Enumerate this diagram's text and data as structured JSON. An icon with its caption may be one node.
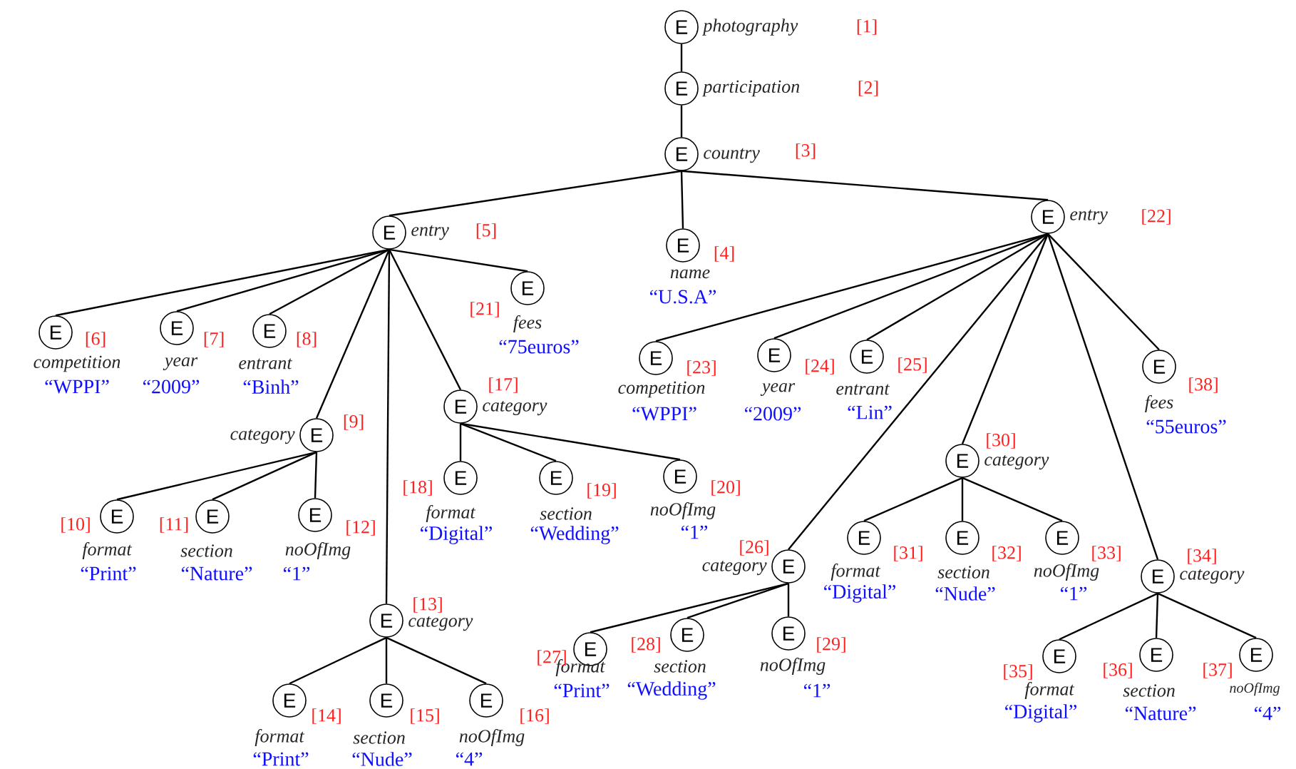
{
  "diagram": {
    "nodes": [
      {
        "text": [
          "E"
        ],
        "beside": [
          "photography",
          "[1]"
        ]
      },
      {
        "text": [
          "E"
        ],
        "beside": [
          "participation",
          "[2]"
        ]
      },
      {
        "text": [
          "E"
        ],
        "beside": [
          "country",
          "[3]"
        ]
      },
      {
        "text": [
          "E"
        ],
        "beside": [
          "name",
          "[4]",
          "“U.S.A”"
        ]
      },
      {
        "text": [
          "E"
        ],
        "beside": [
          "entry",
          "[5]"
        ]
      },
      {
        "text": [
          "E"
        ],
        "beside": [
          "competition",
          "[6]",
          "“WPPI”"
        ]
      },
      {
        "text": [
          "E"
        ],
        "beside": [
          "year",
          "[7]",
          "“2009”"
        ]
      },
      {
        "text": [
          "E"
        ],
        "beside": [
          "entrant",
          "[8]",
          "“Binh”"
        ]
      },
      {
        "text": [
          "E"
        ],
        "beside": [
          "category",
          "[9]"
        ]
      },
      {
        "text": [
          "E"
        ],
        "beside": [
          "format",
          "[10]",
          "“Print”"
        ]
      },
      {
        "text": [
          "E"
        ],
        "beside": [
          "section",
          "[11]",
          "“Nature”"
        ]
      },
      {
        "text": [
          "E"
        ],
        "beside": [
          "noOfImg",
          "[12]",
          "“1”"
        ]
      },
      {
        "text": [
          "E"
        ],
        "beside": [
          "category",
          "[13]"
        ]
      },
      {
        "text": [
          "E"
        ],
        "beside": [
          "format",
          "[14]",
          "“Print”"
        ]
      },
      {
        "text": [
          "E"
        ],
        "beside": [
          "section",
          "[15]",
          "“Nude”"
        ]
      },
      {
        "text": [
          "E"
        ],
        "beside": [
          "noOfImg",
          "[16]",
          "“4”"
        ]
      },
      {
        "text": [
          "E"
        ],
        "beside": [
          "category",
          "[17]"
        ]
      },
      {
        "text": [
          "E"
        ],
        "beside": [
          "format",
          "[18]",
          "“Digital”"
        ]
      },
      {
        "text": [
          "E"
        ],
        "beside": [
          "section",
          "[19]",
          "“Wedding”"
        ]
      },
      {
        "text": [
          "E"
        ],
        "beside": [
          "noOfImg",
          "[20]",
          "“1”"
        ]
      },
      {
        "text": [
          "E"
        ],
        "beside": [
          "fees",
          "[21]",
          "“75euros”"
        ]
      },
      {
        "text": [
          "E"
        ],
        "beside": [
          "entry",
          "[22]"
        ]
      },
      {
        "text": [
          "E"
        ],
        "beside": [
          "competition",
          "[23]",
          "“WPPI”"
        ]
      },
      {
        "text": [
          "E"
        ],
        "beside": [
          "year",
          "[24]",
          "“2009”"
        ]
      },
      {
        "text": [
          "E"
        ],
        "beside": [
          "entrant",
          "[25]",
          "“Lin”"
        ]
      },
      {
        "text": [
          "E"
        ],
        "beside": [
          "category",
          "[26]"
        ]
      },
      {
        "text": [
          "E"
        ],
        "beside": [
          "format",
          "[27]",
          "“Print”"
        ]
      },
      {
        "text": [
          "E"
        ],
        "beside": [
          "section",
          "[28]",
          "“Wedding”"
        ]
      },
      {
        "text": [
          "E"
        ],
        "beside": [
          "noOfImg",
          "[29]",
          "“1”"
        ]
      },
      {
        "text": [
          "E"
        ],
        "beside": [
          "category",
          "[30]"
        ]
      },
      {
        "text": [
          "E"
        ],
        "beside": [
          "format",
          "[31]",
          "“Digital”"
        ]
      },
      {
        "text": [
          "E"
        ],
        "beside": [
          "section",
          "[32]",
          "“Nude”"
        ]
      },
      {
        "text": [
          "E"
        ],
        "beside": [
          "noOfImg",
          "[33]",
          "“1”"
        ]
      },
      {
        "text": [
          "E"
        ],
        "beside": [
          "category",
          "[34]"
        ]
      },
      {
        "text": [
          "E"
        ],
        "beside": [
          "format",
          "[35]",
          "“Digital”"
        ]
      },
      {
        "text": [
          "E"
        ],
        "beside": [
          "section",
          "[36]",
          "“Nature”"
        ]
      },
      {
        "text": [
          "E"
        ],
        "beside": [
          "noOfImg",
          "[37]",
          "“4”"
        ]
      },
      {
        "text": [
          "E"
        ],
        "beside": [
          "fees",
          "[38]",
          "“55euros”"
        ]
      }
    ],
    "edges": [
      {
        "from": 0,
        "to": 1,
        "arrow": "none"
      },
      {
        "from": 1,
        "to": 2,
        "arrow": "none"
      },
      {
        "from": 2,
        "to": 4,
        "arrow": "none"
      },
      {
        "from": 2,
        "to": 3,
        "arrow": "none"
      },
      {
        "from": 2,
        "to": 21,
        "arrow": "none"
      },
      {
        "from": 4,
        "to": 5,
        "arrow": "none"
      },
      {
        "from": 4,
        "to": 6,
        "arrow": "none"
      },
      {
        "from": 4,
        "to": 7,
        "arrow": "none"
      },
      {
        "from": 4,
        "to": 8,
        "arrow": "none"
      },
      {
        "from": 4,
        "to": 12,
        "arrow": "none"
      },
      {
        "from": 4,
        "to": 16,
        "arrow": "none"
      },
      {
        "from": 4,
        "to": 20,
        "arrow": "none"
      },
      {
        "from": 8,
        "to": 9,
        "arrow": "none"
      },
      {
        "from": 8,
        "to": 10,
        "arrow": "none"
      },
      {
        "from": 8,
        "to": 11,
        "arrow": "none"
      },
      {
        "from": 12,
        "to": 13,
        "arrow": "none"
      },
      {
        "from": 12,
        "to": 14,
        "arrow": "none"
      },
      {
        "from": 12,
        "to": 15,
        "arrow": "none"
      },
      {
        "from": 16,
        "to": 17,
        "arrow": "none"
      },
      {
        "from": 16,
        "to": 18,
        "arrow": "none"
      },
      {
        "from": 16,
        "to": 19,
        "arrow": "none"
      },
      {
        "from": 21,
        "to": 22,
        "arrow": "none"
      },
      {
        "from": 21,
        "to": 23,
        "arrow": "none"
      },
      {
        "from": 21,
        "to": 24,
        "arrow": "none"
      },
      {
        "from": 21,
        "to": 25,
        "arrow": "none"
      },
      {
        "from": 21,
        "to": 29,
        "arrow": "none"
      },
      {
        "from": 21,
        "to": 33,
        "arrow": "none"
      },
      {
        "from": 21,
        "to": 37,
        "arrow": "none"
      },
      {
        "from": 25,
        "to": 26,
        "arrow": "none"
      },
      {
        "from": 25,
        "to": 27,
        "arrow": "none"
      },
      {
        "from": 25,
        "to": 28,
        "arrow": "none"
      },
      {
        "from": 29,
        "to": 30,
        "arrow": "none"
      },
      {
        "from": 29,
        "to": 31,
        "arrow": "none"
      },
      {
        "from": 29,
        "to": 32,
        "arrow": "none"
      },
      {
        "from": 33,
        "to": 34,
        "arrow": "none"
      },
      {
        "from": 33,
        "to": 35,
        "arrow": "none"
      },
      {
        "from": 33,
        "to": 36,
        "arrow": "none"
      }
    ]
  }
}
